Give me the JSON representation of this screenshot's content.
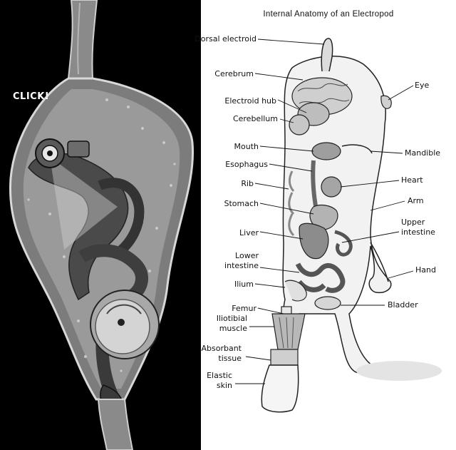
{
  "comic": {
    "sound_effect": "CLICK!"
  },
  "diagram": {
    "title": "Internal Anatomy of an Electropod",
    "labels": {
      "dorsal_electroid": "Dorsal electroid",
      "cerebrum": "Cerebrum",
      "electroid_hub": "Electroid hub",
      "cerebellum": "Cerebellum",
      "mouth": "Mouth",
      "esophagus": "Esophagus",
      "rib": "Rib",
      "stomach": "Stomach",
      "liver": "Liver",
      "lower_intestine_1": "Lower",
      "lower_intestine_2": "intestine",
      "ilium": "Ilium",
      "femur": "Femur",
      "iliotibial_1": "Iliotibial",
      "iliotibial_2": "muscle",
      "absorbant_1": "Absorbant",
      "absorbant_2": "tissue",
      "elastic_1": "Elastic",
      "elastic_2": "skin",
      "eye": "Eye",
      "mandible": "Mandible",
      "heart": "Heart",
      "arm": "Arm",
      "upper_intestine_1": "Upper",
      "upper_intestine_2": "intestine",
      "hand": "Hand",
      "bladder": "Bladder"
    }
  }
}
